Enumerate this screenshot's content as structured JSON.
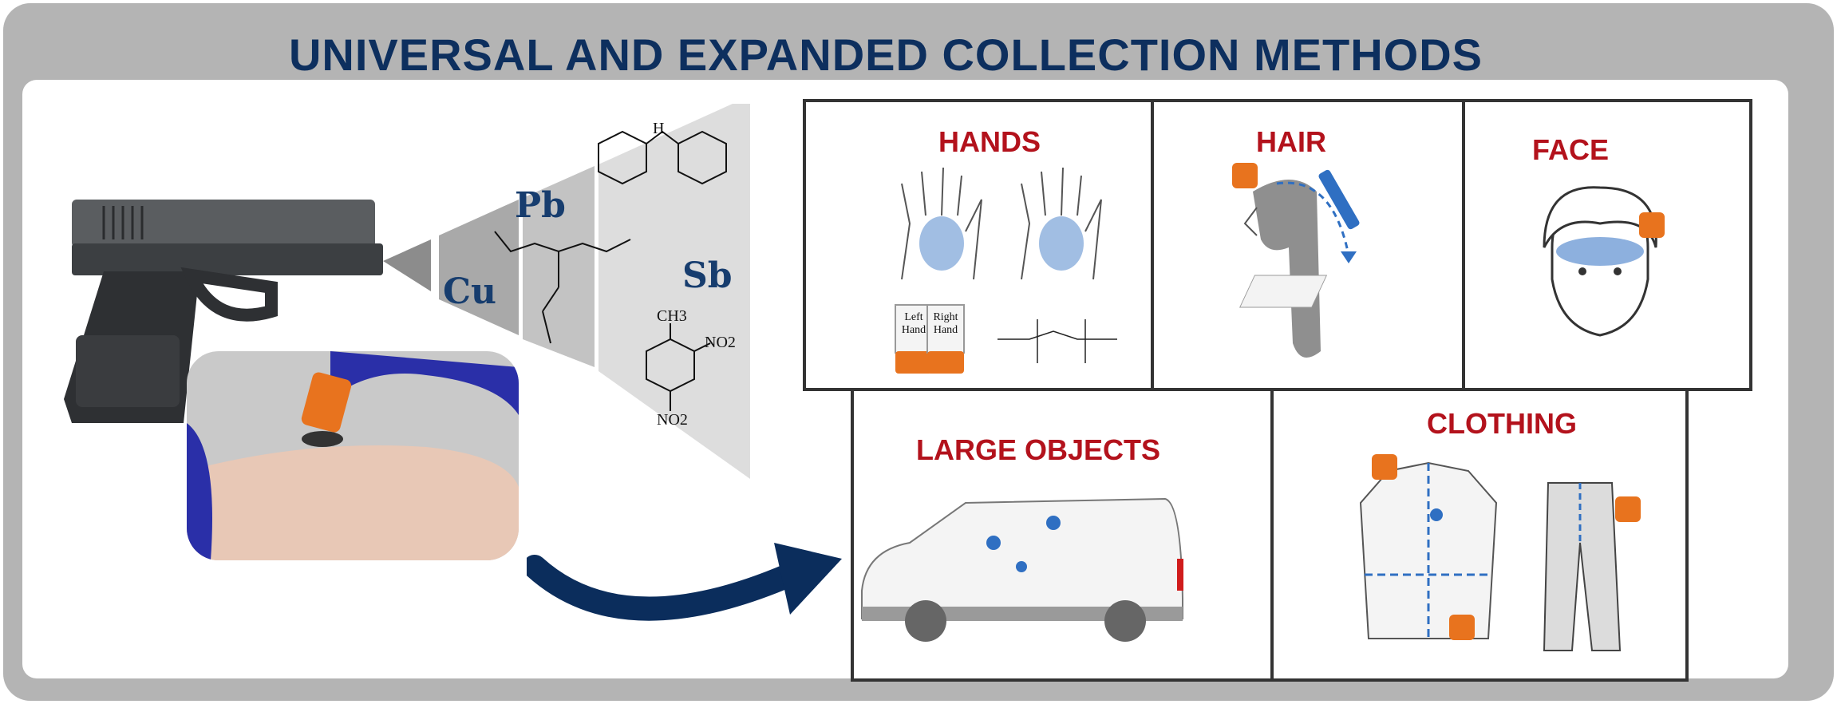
{
  "title": "UNIVERSAL AND EXPANDED COLLECTION METHODS",
  "elements": {
    "cu": "Cu",
    "pb": "Pb",
    "sb": "Sb"
  },
  "chem": {
    "h": "H",
    "ch3": "CH3",
    "no2_a": "NO2",
    "no2_b": "NO2"
  },
  "panels": {
    "hands": "HANDS",
    "hair": "HAIR",
    "face": "FACE",
    "large_objects": "LARGE OBJECTS",
    "clothing": "CLOTHING"
  },
  "vials": {
    "left": "Left Hand",
    "right": "Right Hand"
  },
  "colors": {
    "title": "#0d2f5e",
    "label": "#b3121c",
    "swab": "#e8731e",
    "arrow": "#0b2d5c",
    "residue": "#2f6fc2"
  }
}
